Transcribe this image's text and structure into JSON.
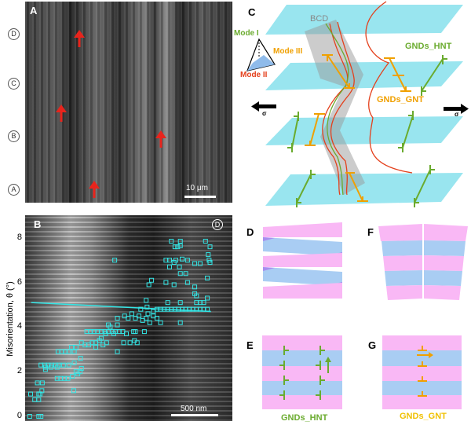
{
  "panels": {
    "A": {
      "letter": "A",
      "scale_bar": "10 μm",
      "region_markers": [
        "D",
        "C",
        "B",
        "A"
      ]
    },
    "B": {
      "letter": "B",
      "region_marker": "D",
      "scale_bar": "500 nm"
    },
    "C": {
      "letter": "C",
      "bcd_label": "BCD",
      "mode1": "Mode I",
      "mode2": "Mode II",
      "mode3": "Mode III",
      "gnds_hnt": "GNDs_HNT",
      "gnds_gnt": "GNDs_GNT",
      "sigma_left": "σ",
      "sigma_right": "σ"
    },
    "D": {
      "letter": "D"
    },
    "E": {
      "letter": "E",
      "caption": "GNDs_HNT"
    },
    "F": {
      "letter": "F"
    },
    "G": {
      "letter": "G",
      "caption": "GNDs_GNT"
    }
  },
  "colors": {
    "cyan_plane": "#8fe3ee",
    "pink": "#f9b8f5",
    "blue": "#a9cdf3",
    "green": "#6aab2e",
    "orange": "#f0a000",
    "red": "#e4401c",
    "marker": "#33e6e6"
  },
  "chart_data": {
    "type": "scatter",
    "xlabel": "",
    "ylabel": "Misorientation, θ (°)",
    "yticks": [
      "0",
      "2",
      "4",
      "6",
      "8"
    ],
    "ylim": [
      0,
      8.8
    ],
    "xlim": [
      0,
      2200
    ],
    "x_unit": "nm",
    "points": [
      [
        25,
        0
      ],
      [
        125,
        0
      ],
      [
        150,
        0
      ],
      [
        35,
        1.0
      ],
      [
        125,
        1.0
      ],
      [
        140,
        1.0
      ],
      [
        80,
        0.75
      ],
      [
        125,
        0.75
      ],
      [
        110,
        1.5
      ],
      [
        165,
        1.5
      ],
      [
        160,
        1.15
      ],
      [
        515,
        1.15
      ],
      [
        150,
        2.3
      ],
      [
        190,
        2.3
      ],
      [
        230,
        2.3
      ],
      [
        270,
        2.3
      ],
      [
        310,
        2.3
      ],
      [
        350,
        2.3
      ],
      [
        400,
        2.3
      ],
      [
        460,
        2.3
      ],
      [
        520,
        2.4
      ],
      [
        200,
        2.2
      ],
      [
        260,
        2.2
      ],
      [
        330,
        2.2
      ],
      [
        200,
        2.1
      ],
      [
        330,
        1.7
      ],
      [
        370,
        1.7
      ],
      [
        410,
        1.7
      ],
      [
        450,
        1.7
      ],
      [
        500,
        1.8
      ],
      [
        340,
        2.9
      ],
      [
        380,
        2.9
      ],
      [
        420,
        2.9
      ],
      [
        460,
        2.9
      ],
      [
        520,
        2.9
      ],
      [
        490,
        3.1
      ],
      [
        540,
        3.1
      ],
      [
        540,
        2.0
      ],
      [
        560,
        1.9
      ],
      [
        585,
        2.0
      ],
      [
        600,
        2.15
      ],
      [
        590,
        2.6
      ],
      [
        600,
        3.3
      ],
      [
        640,
        3.2
      ],
      [
        680,
        3.2
      ],
      [
        720,
        3.3
      ],
      [
        760,
        3.3
      ],
      [
        800,
        3.4
      ],
      [
        840,
        3.2
      ],
      [
        880,
        3.3
      ],
      [
        760,
        3.1
      ],
      [
        820,
        3.5
      ],
      [
        660,
        3.8
      ],
      [
        700,
        3.8
      ],
      [
        740,
        3.8
      ],
      [
        780,
        3.8
      ],
      [
        820,
        3.8
      ],
      [
        860,
        3.8
      ],
      [
        900,
        3.8
      ],
      [
        940,
        3.8
      ],
      [
        980,
        3.8
      ],
      [
        1020,
        3.8
      ],
      [
        1060,
        3.8
      ],
      [
        1100,
        3.7
      ],
      [
        1180,
        3.8
      ],
      [
        1200,
        3.8
      ],
      [
        1300,
        3.8
      ],
      [
        870,
        3.7
      ],
      [
        900,
        4.1
      ],
      [
        920,
        4.0
      ],
      [
        960,
        3.7
      ],
      [
        1000,
        4.1
      ],
      [
        1000,
        4.4
      ],
      [
        1080,
        4.5
      ],
      [
        1120,
        4.4
      ],
      [
        1160,
        4.6
      ],
      [
        1200,
        4.4
      ],
      [
        1240,
        4.5
      ],
      [
        1280,
        4.3
      ],
      [
        1320,
        4.4
      ],
      [
        1360,
        4.2
      ],
      [
        1400,
        4.5
      ],
      [
        1440,
        4.4
      ],
      [
        1260,
        4.8
      ],
      [
        1340,
        4.6
      ],
      [
        1000,
        2.9
      ],
      [
        1070,
        3.3
      ],
      [
        1140,
        3.3
      ],
      [
        1190,
        3.4
      ],
      [
        1220,
        3.3
      ],
      [
        1480,
        4.8
      ],
      [
        1520,
        4.8
      ],
      [
        1560,
        4.8
      ],
      [
        1600,
        4.8
      ],
      [
        1640,
        4.8
      ],
      [
        1680,
        4.8
      ],
      [
        1720,
        4.8
      ],
      [
        1760,
        4.8
      ],
      [
        1800,
        4.8
      ],
      [
        1840,
        4.8
      ],
      [
        1880,
        4.8
      ],
      [
        1920,
        4.8
      ],
      [
        1960,
        4.8
      ],
      [
        2000,
        4.8
      ],
      [
        1480,
        4.2
      ],
      [
        1700,
        4.2
      ],
      [
        1440,
        4.8
      ],
      [
        1400,
        4.7
      ],
      [
        1560,
        5.1
      ],
      [
        1700,
        5.1
      ],
      [
        1880,
        5.1
      ],
      [
        1920,
        5.1
      ],
      [
        1960,
        5.1
      ],
      [
        2000,
        5.3
      ],
      [
        1320,
        5.2
      ],
      [
        1330,
        4.9
      ],
      [
        1880,
        5.4
      ],
      [
        1860,
        5.5
      ],
      [
        1350,
        5.9
      ],
      [
        1380,
        6.1
      ],
      [
        1540,
        6.0
      ],
      [
        1630,
        5.9
      ],
      [
        1700,
        6.4
      ],
      [
        1760,
        6.4
      ],
      [
        1780,
        6.0
      ],
      [
        1860,
        5.8
      ],
      [
        2000,
        6.2
      ],
      [
        970,
        7.0
      ],
      [
        1540,
        7.0
      ],
      [
        1580,
        7.0
      ],
      [
        1630,
        6.9
      ],
      [
        1650,
        7.0
      ],
      [
        1720,
        7.05
      ],
      [
        1780,
        7.0
      ],
      [
        1860,
        6.85
      ],
      [
        1920,
        6.85
      ],
      [
        2020,
        7.0
      ],
      [
        2030,
        6.9
      ],
      [
        1580,
        6.7
      ],
      [
        1690,
        6.7
      ],
      [
        1640,
        7.6
      ],
      [
        1670,
        7.6
      ],
      [
        1700,
        7.65
      ],
      [
        1600,
        7.85
      ],
      [
        1700,
        7.85
      ],
      [
        1980,
        7.85
      ],
      [
        2030,
        7.6
      ],
      [
        2010,
        7.25
      ]
    ],
    "fit_line": [
      [
        42,
        5.1
      ],
      [
        2040,
        4.7
      ]
    ]
  }
}
